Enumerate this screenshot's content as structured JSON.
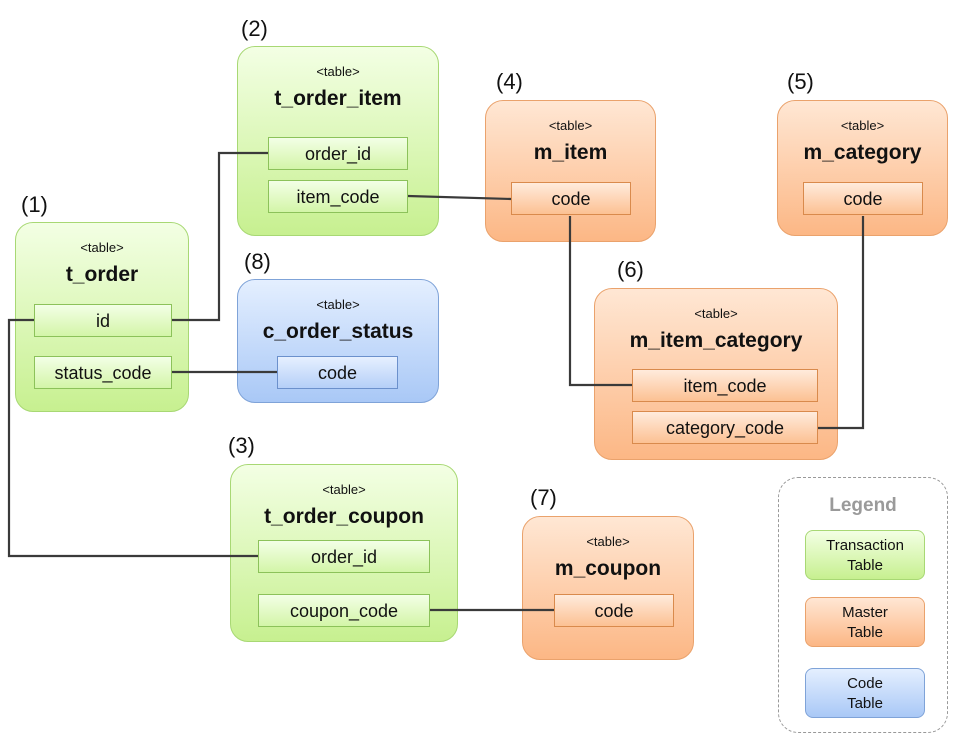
{
  "tables": {
    "t_order": {
      "number": "(1)",
      "stereotype": "<table>",
      "name": "t_order",
      "columns": [
        "id",
        "status_code"
      ]
    },
    "t_order_item": {
      "number": "(2)",
      "stereotype": "<table>",
      "name": "t_order_item",
      "columns": [
        "order_id",
        "item_code"
      ]
    },
    "t_order_coupon": {
      "number": "(3)",
      "stereotype": "<table>",
      "name": "t_order_coupon",
      "columns": [
        "order_id",
        "coupon_code"
      ]
    },
    "m_item": {
      "number": "(4)",
      "stereotype": "<table>",
      "name": "m_item",
      "columns": [
        "code"
      ]
    },
    "m_category": {
      "number": "(5)",
      "stereotype": "<table>",
      "name": "m_category",
      "columns": [
        "code"
      ]
    },
    "m_item_category": {
      "number": "(6)",
      "stereotype": "<table>",
      "name": "m_item_category",
      "columns": [
        "item_code",
        "category_code"
      ]
    },
    "m_coupon": {
      "number": "(7)",
      "stereotype": "<table>",
      "name": "m_coupon",
      "columns": [
        "code"
      ]
    },
    "c_order_status": {
      "number": "(8)",
      "stereotype": "<table>",
      "name": "c_order_status",
      "columns": [
        "code"
      ]
    }
  },
  "legend": {
    "title": "Legend",
    "transaction": [
      "Transaction",
      "Table"
    ],
    "master": [
      "Master",
      "Table"
    ],
    "code": [
      "Code",
      "Table"
    ]
  },
  "colors": {
    "transaction": "#c7f090",
    "master": "#fcb785",
    "code": "#a9c8f6",
    "connector": "#3a3a3a"
  }
}
